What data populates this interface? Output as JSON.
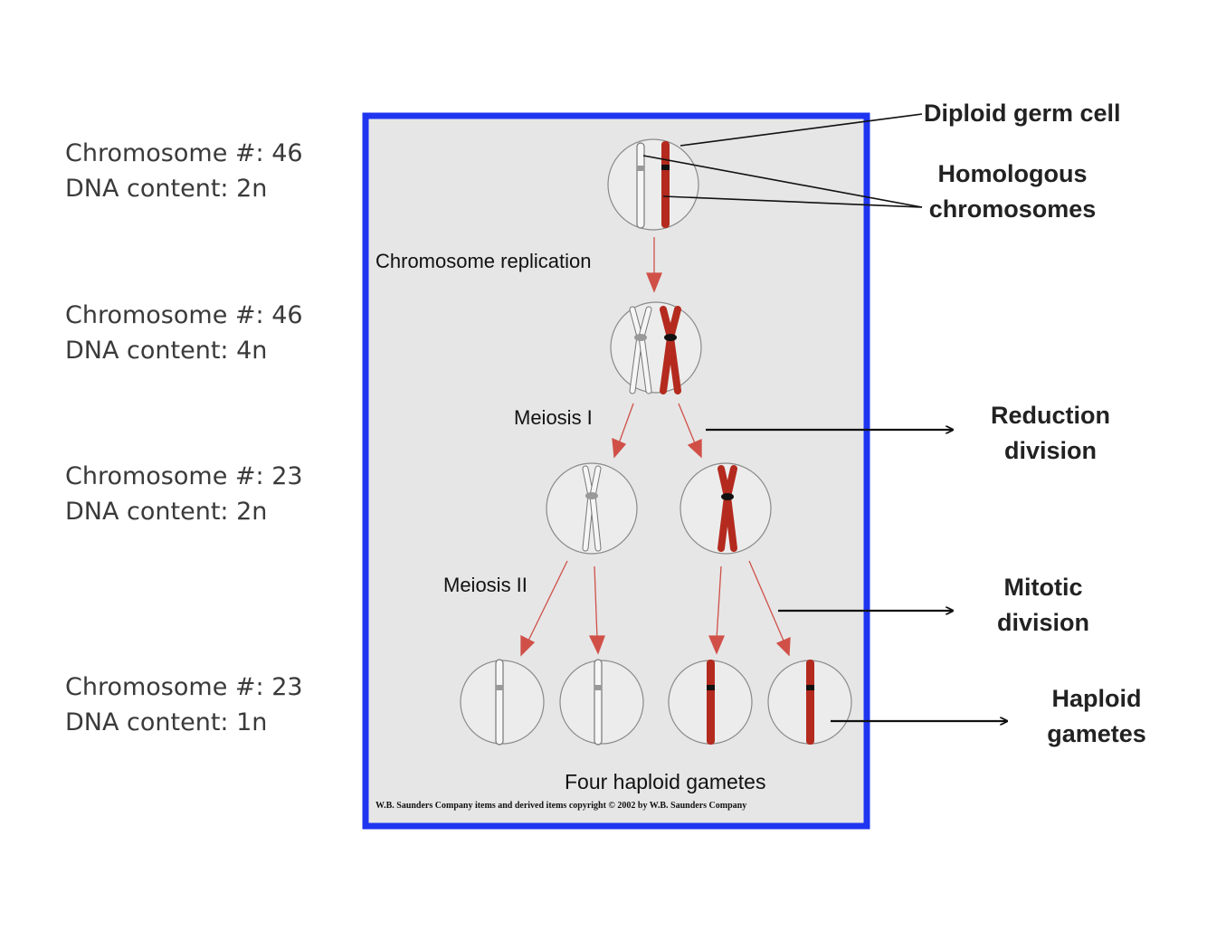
{
  "stages": [
    {
      "chromosome": "Chromosome #: 46",
      "dna": "DNA content: 2n"
    },
    {
      "chromosome": "Chromosome #: 46",
      "dna": "DNA content: 4n"
    },
    {
      "chromosome": "Chromosome #: 23",
      "dna": "DNA content: 2n"
    },
    {
      "chromosome": "Chromosome #: 23",
      "dna": "DNA content: 1n"
    }
  ],
  "figure": {
    "step_replication": "Chromosome replication",
    "step_meiosis1": "Meiosis I",
    "step_meiosis2": "Meiosis II",
    "caption": "Four haploid gametes",
    "copyright": "W.B. Saunders Company items and derived items copyright © 2002 by W.B. Saunders Company"
  },
  "annotations": {
    "diploid": "Diploid germ cell",
    "homologous_line1": "Homologous",
    "homologous_line2": "chromosomes",
    "reduction_line1": "Reduction",
    "reduction_line2": "division",
    "mitotic_line1": "Mitotic",
    "mitotic_line2": "division",
    "haploid_line1": "Haploid",
    "haploid_line2": "gametes"
  },
  "colors": {
    "frame": "#1f35f0",
    "panel": "#e6e6e6",
    "chromosome_red": "#b42a1e",
    "arrow_red": "#d05048",
    "pointer": "#111111"
  }
}
